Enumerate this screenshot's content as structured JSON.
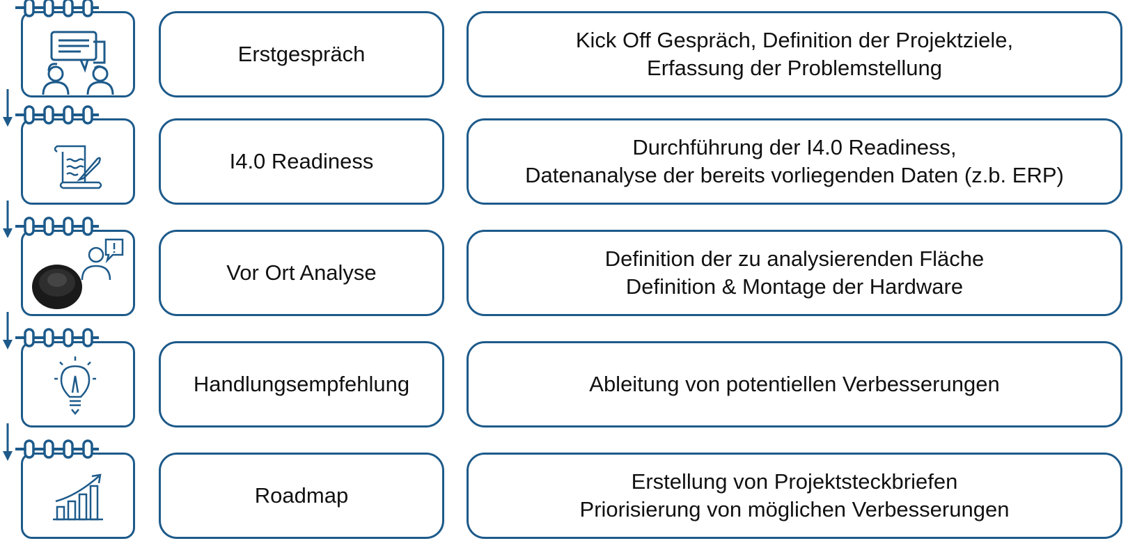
{
  "colors": {
    "accent": "#1d5a8a",
    "text": "#111111"
  },
  "steps": [
    {
      "icon": "conversation-icon",
      "title": "Erstgespräch",
      "lines": [
        "Kick Off Gespräch, Definition der Projektziele,",
        "Erfassung der Problemstellung"
      ]
    },
    {
      "icon": "document-quill-icon",
      "title": "I4.0 Readiness",
      "lines": [
        "Durchführung der I4.0 Readiness,",
        "Datenanalyse der bereits vorliegenden Daten (z.b. ERP)"
      ]
    },
    {
      "icon": "sensor-consultant-icon",
      "title": "Vor Ort Analyse",
      "lines": [
        "Definition der zu analysierenden Fläche",
        "Definition & Montage der Hardware"
      ]
    },
    {
      "icon": "lightbulb-icon",
      "title": "Handlungsempfehlung",
      "lines": [
        "Ableitung von potentiellen Verbesserungen"
      ]
    },
    {
      "icon": "growth-chart-icon",
      "title": "Roadmap",
      "lines": [
        "Erstellung von Projektsteckbriefen",
        "Priorisierung von möglichen Verbesserungen"
      ]
    }
  ]
}
